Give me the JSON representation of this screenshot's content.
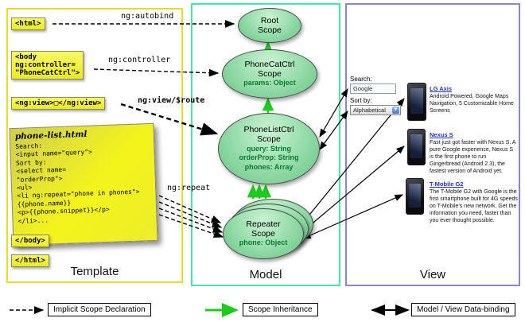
{
  "template_panel": {
    "label": "Template",
    "html_open": "<html>",
    "body_open": "<body\nng:controller=\n\"PhoneCatCtrl\">",
    "ng_view": "<ng:view>□</ng:view>",
    "phone_list_title": "phone-list.html",
    "phone_list_code": "Search:\n<input name=\"query\">\nSort by:\n<select name=\n\"orderProp\">\n<ul>\n<li ng:repeat=\"phone in phones\">\n{{phone.name}}\n<p>{{phone.snippet}}</p>\n</li>...",
    "body_close": "</body>",
    "html_close": "</html>"
  },
  "arrow_labels": {
    "ng_autobind": "ng:autobind",
    "ng_controller": "ng:controller",
    "ng_view_route": "ng:view/$route",
    "ng_repeat": "ng:repeat"
  },
  "model_panel": {
    "label": "Model",
    "root_scope": {
      "title": "Root\nScope"
    },
    "phonecat_scope": {
      "title": "PhoneCatCtrl\nScope",
      "prop": "params: Object"
    },
    "phonelist_scope": {
      "title": "PhoneListCtrl\nScope",
      "props": [
        "query: String",
        "orderProp: String",
        "phones: Array"
      ]
    },
    "repeater_scope": {
      "title": "Repeater\nScope",
      "prop": "phone: Object"
    }
  },
  "view_panel": {
    "label": "View",
    "search_label": "Search:",
    "search_value": "Google",
    "sort_label": "Sort by:",
    "sort_value": "Alphabetical",
    "select_arrow": "▼",
    "phones": [
      {
        "name": "LG Axis",
        "desc": "Android Powered, Google Maps Navigation, 5 Customizable Home Screens"
      },
      {
        "name": "Nexus S",
        "desc": "Fast just got faster with Nexus S. A pure Google experience, Nexus S is the first phone to run Gingerbread (Android 2.3), the fastest version of Android yet."
      },
      {
        "name": "T-Mobile G2",
        "desc": "The T-Mobile G2 with Google is the first smartphone built for 4G speeds on T-Mobile's new network. Get the information you need, faster than you ever thought possible."
      }
    ]
  },
  "legend": {
    "implicit": "Implicit Scope Declaration",
    "inheritance": "Scope Inheritance",
    "databinding": "Model / View Data-binding"
  },
  "colors": {
    "template_border": "#e8dc2a",
    "model_border": "#3fe9a9",
    "view_border": "#8886cc",
    "inheritance_green": "#1dcb1d",
    "note_yellow": "#f4f41c",
    "scope_green": "#7bd094",
    "link_blue": "#2233bb"
  }
}
